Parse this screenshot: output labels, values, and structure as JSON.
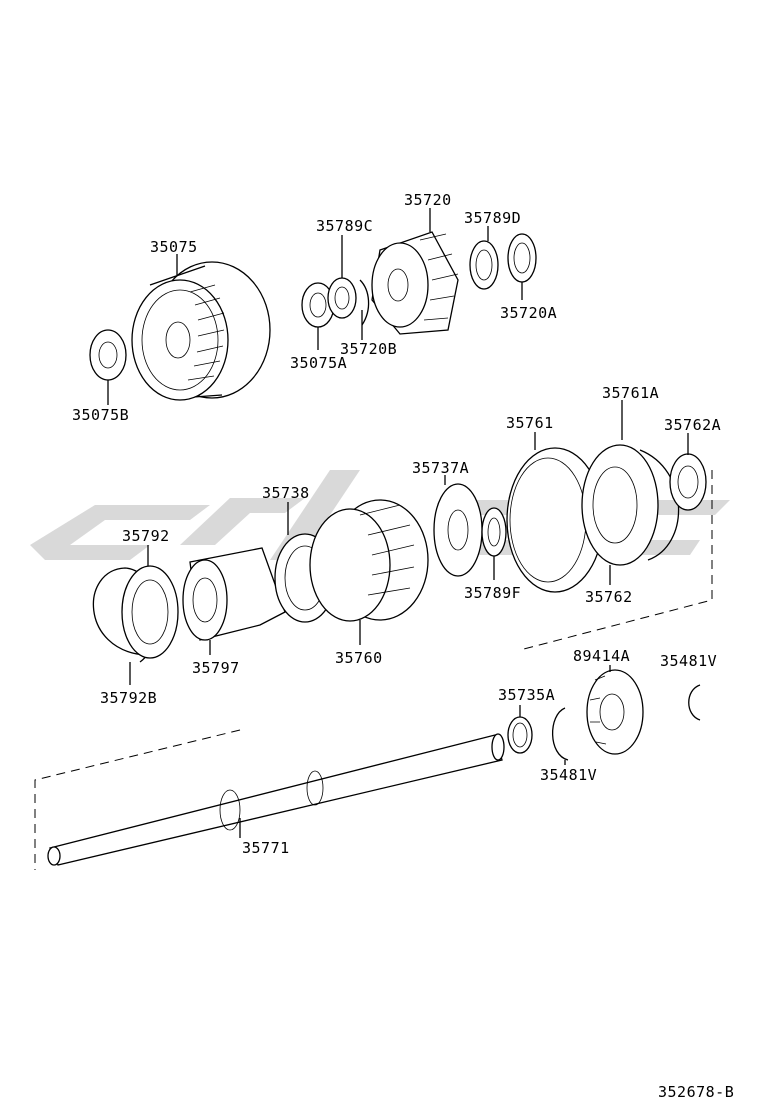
{
  "parts": [
    {
      "id": "p35075",
      "number": "35075"
    },
    {
      "id": "p35075b",
      "number": "35075B"
    },
    {
      "id": "p35789c",
      "number": "35789C"
    },
    {
      "id": "p35720",
      "number": "35720"
    },
    {
      "id": "p35789d",
      "number": "35789D"
    },
    {
      "id": "p35075a",
      "number": "35075A"
    },
    {
      "id": "p35720b",
      "number": "35720B"
    },
    {
      "id": "p35720a",
      "number": "35720A"
    },
    {
      "id": "p35761a",
      "number": "35761A"
    },
    {
      "id": "p35761",
      "number": "35761"
    },
    {
      "id": "p35762a",
      "number": "35762A"
    },
    {
      "id": "p35737a",
      "number": "35737A"
    },
    {
      "id": "p35738",
      "number": "35738"
    },
    {
      "id": "p35792",
      "number": "35792"
    },
    {
      "id": "p35789f",
      "number": "35789F"
    },
    {
      "id": "p35762",
      "number": "35762"
    },
    {
      "id": "p35797",
      "number": "35797"
    },
    {
      "id": "p35760",
      "number": "35760"
    },
    {
      "id": "p89414a",
      "number": "89414A"
    },
    {
      "id": "p35481v_a",
      "number": "35481V"
    },
    {
      "id": "p35792b",
      "number": "35792B"
    },
    {
      "id": "p35735a",
      "number": "35735A"
    },
    {
      "id": "p35481v_b",
      "number": "35481V"
    },
    {
      "id": "p35771",
      "number": "35771"
    }
  ],
  "figure_code": "352678-B"
}
